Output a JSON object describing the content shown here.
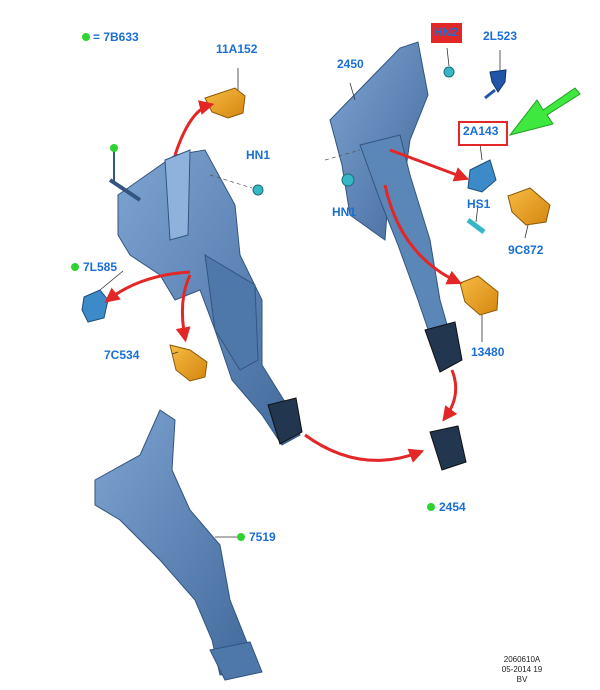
{
  "legend": {
    "symbol_label": "= 7B633"
  },
  "labels": {
    "part_11A152": "11A152",
    "part_HN1_top": "HN1",
    "part_7L585": "7L585",
    "part_7C534": "7C534",
    "part_2450": "2450",
    "part_HN2": "HN2",
    "part_2L523": "2L523",
    "part_2A143": "2A143",
    "part_HN1_right": "HN1",
    "part_HS1": "HS1",
    "part_9C872": "9C872",
    "part_13480": "13480",
    "part_2454": "2454",
    "part_7519": "7519"
  },
  "footer": {
    "line1": "2060610A",
    "line2": "05-2014 19",
    "line3": "BV"
  },
  "colors": {
    "label_blue": "#1a6fd6",
    "marker_green": "#2fd32f",
    "arrow_red": "#e32626",
    "part_steel": "#5b86b8",
    "part_orange": "#e79a1a",
    "fastener_teal": "#36b7c6",
    "pointer_green": "#3ee83e"
  },
  "icons": [
    "green-dot-marker",
    "red-arrow",
    "green-pointer-arrow"
  ]
}
